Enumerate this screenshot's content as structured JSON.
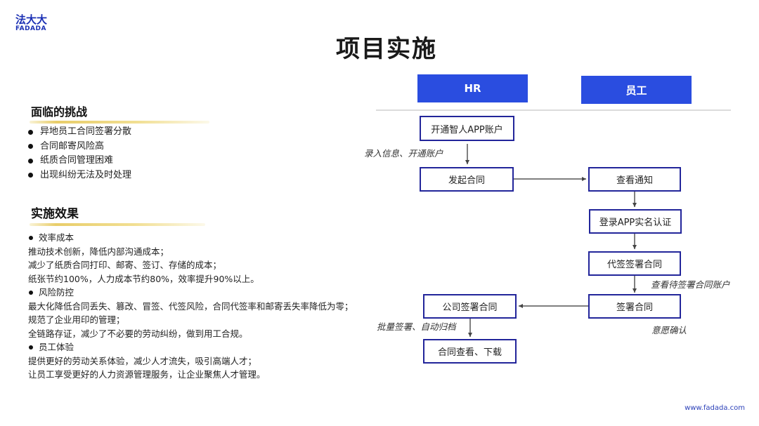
{
  "logo": {
    "cn": "法大大",
    "en": "FADADA"
  },
  "title": "项目实施",
  "challenges": {
    "heading": "面临的挑战",
    "items": [
      "异地员工合同签署分散",
      "合同邮寄风险高",
      "纸质合同管理困难",
      "出现纠纷无法及时处理"
    ]
  },
  "effects": {
    "heading": "实施效果",
    "groups": [
      {
        "title": "效率成本",
        "lines": [
          "推动技术创新，降低内部沟通成本；",
          "减少了纸质合同打印、邮寄、签订、存储的成本；",
          "纸张节约100%，人力成本节约80%，效率提升90%以上。"
        ]
      },
      {
        "title": "风险防控",
        "lines": [
          "最大化降低合同丢失、篡改、冒签、代签风险，合同代签率和邮寄丢失率降低为零；",
          "规范了企业用印的管理；",
          "全链路存证，减少了不必要的劳动纠纷，做到用工合规。"
        ]
      },
      {
        "title": "员工体验",
        "lines": [
          "提供更好的劳动关系体验，减少人才流失，吸引高端人才；",
          "让员工享受更好的人力资源管理服务，让企业聚焦人才管理。"
        ]
      }
    ]
  },
  "flow": {
    "lanes": {
      "hr": "HR",
      "employee": "员工"
    },
    "nodes": {
      "open_account": "开通智人APP账户",
      "initiate": "发起合同",
      "view_notice": "查看通知",
      "login_verify": "登录APP实名认证",
      "proxy_sign": "代签签署合同",
      "sign": "签署合同",
      "company_sign": "公司签署合同",
      "view_download": "合同查看、下载"
    },
    "notes": {
      "enter_info": "录入信息、开通账户",
      "view_pending": "查看待签署合同账户",
      "intent_confirm": "意愿确认",
      "batch_archive": "批量签署、自动归档"
    }
  },
  "colors": {
    "lane_blue": "#2a4de0",
    "node_border": "#22259a",
    "brand": "#1a2fb4"
  },
  "footer": {
    "url": "www.fadada.com"
  }
}
